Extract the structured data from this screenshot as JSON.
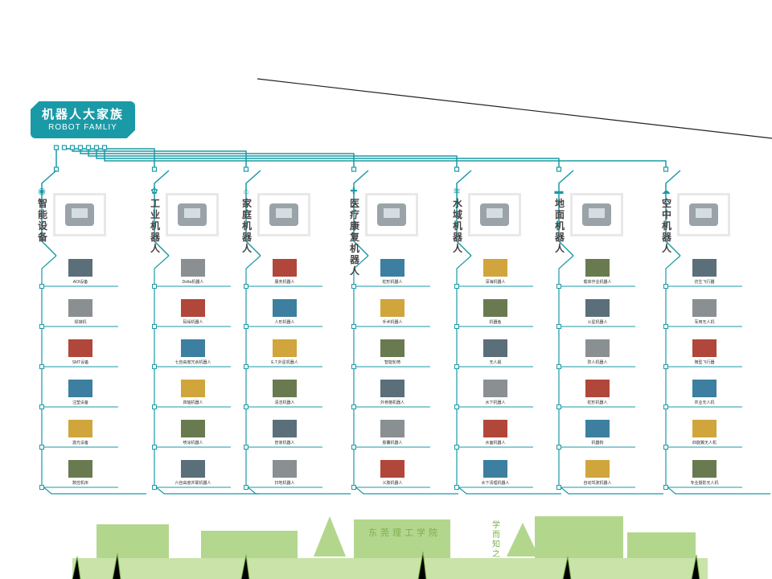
{
  "header": {
    "title_cn": "机器人大家族",
    "title_en": "ROBOT FAMLIY"
  },
  "colors": {
    "accent": "#1a9aa6",
    "line": "#333333",
    "grass": "#8dc25c"
  },
  "categories": [
    {
      "name": "智能设备",
      "icon": "radio-icon",
      "items": [
        "AOI设备",
        "焊接机",
        "SMT设备",
        "注塑设备",
        "激光设备",
        "数控机床"
      ]
    },
    {
      "name": "工业机器人",
      "icon": "gear-icon",
      "items": [
        "Delta机器人",
        "码垛机器人",
        "七自由度冗余机器人",
        "四轴机器人",
        "喷涂机器人",
        "六自由度并联机器人"
      ]
    },
    {
      "name": "家庭机器人",
      "icon": "home-icon",
      "items": [
        "服务机器人",
        "人形机器人",
        "E.T.外星机器人",
        "清洁机器人",
        "管家机器人",
        "扫地机器人"
      ]
    },
    {
      "name": "医疗康复机器人",
      "icon": "plus-icon",
      "items": [
        "蛇形机器人",
        "手术机器人",
        "智能轮椅",
        "外骨骼机器人",
        "胶囊机器人",
        "义肢机器人"
      ]
    },
    {
      "name": "水域机器人",
      "icon": "waves-icon",
      "items": [
        "深海机器人",
        "机器鱼",
        "无人艇",
        "水下机器人",
        "水面机器人",
        "水下清理机器人"
      ]
    },
    {
      "name": "地面机器人",
      "icon": "road-icon",
      "items": [
        "载体作业机器人",
        "火星机器人",
        "防人机器人",
        "蛇形机器人",
        "机器狗",
        "自动驾驶机器人"
      ]
    },
    {
      "name": "空中机器人",
      "icon": "cloud-icon",
      "items": [
        "仿生飞行器",
        "军用无人机",
        "微型飞行器",
        "农业无人机",
        "四旋翼无人机",
        "专业摄影无人机"
      ]
    }
  ],
  "footer": {
    "watermark": "东莞理工学院",
    "motto": "学而知之"
  }
}
